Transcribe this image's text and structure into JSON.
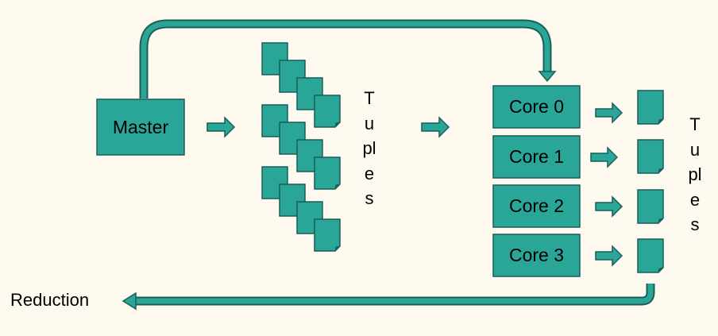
{
  "master_label": "Master",
  "tuples_label": "Tuples",
  "cores": [
    {
      "label": "Core 0"
    },
    {
      "label": "Core 1"
    },
    {
      "label": "Core 2"
    },
    {
      "label": "Core 3"
    }
  ],
  "reduction_label": "Reduction",
  "colors": {
    "fill": "#2aa698",
    "stroke": "#1b5e56",
    "background": "#fffaf0"
  }
}
